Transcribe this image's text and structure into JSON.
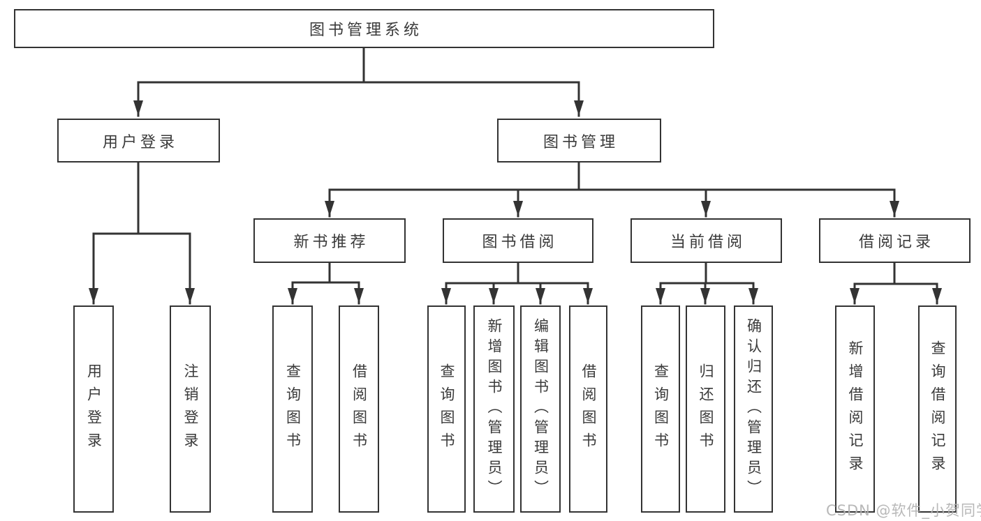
{
  "colors": {
    "line": "#333333",
    "text": "#3a3a3a",
    "watermark": "#b3b3b3",
    "background": "#ffffff"
  },
  "watermark": {
    "text": "CSDN @软件_小贺同学"
  },
  "tree": {
    "root": {
      "label": "图书管理系统",
      "children": [
        {
          "label": "用户登录",
          "children": [
            {
              "label": "用户登录"
            },
            {
              "label": "注销登录"
            }
          ]
        },
        {
          "label": "图书管理",
          "children": [
            {
              "label": "新书推荐",
              "children": [
                {
                  "label": "查询图书"
                },
                {
                  "label": "借阅图书"
                }
              ]
            },
            {
              "label": "图书借阅",
              "children": [
                {
                  "label": "查询图书"
                },
                {
                  "label": "新增图书（管理员）"
                },
                {
                  "label": "编辑图书（管理员）"
                },
                {
                  "label": "借阅图书"
                }
              ]
            },
            {
              "label": "当前借阅",
              "children": [
                {
                  "label": "查询图书"
                },
                {
                  "label": "归还图书"
                },
                {
                  "label": "确认归还（管理员）"
                }
              ]
            },
            {
              "label": "借阅记录",
              "children": [
                {
                  "label": "新增借阅记录"
                },
                {
                  "label": "查询借阅记录"
                }
              ]
            }
          ]
        }
      ]
    }
  }
}
